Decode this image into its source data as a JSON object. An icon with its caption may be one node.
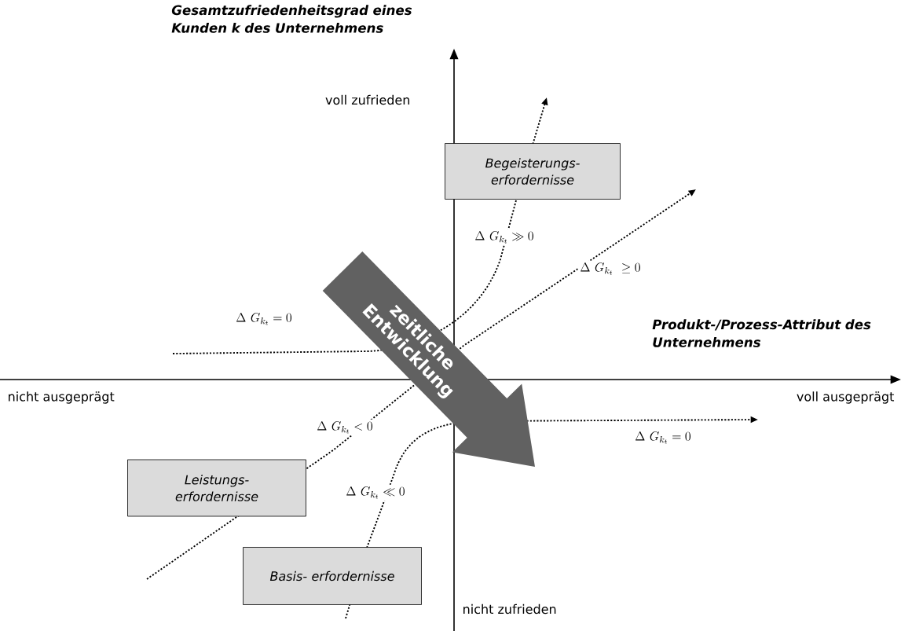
{
  "diagram": {
    "nodes": [
      {
        "text": [
          "Begeisterungs- erfordernisse"
        ]
      },
      {
        "text": [
          "Leistungs- erfordernisse"
        ]
      },
      {
        "text": [
          "Basis- erfordernisse"
        ]
      },
      {
        "text": [
          "zeitliche Entwicklung"
        ]
      }
    ],
    "labels": [
      "Gesamtzufriedenheitsgrad eines Kunden k des Unternehmens",
      "voll zufrieden",
      "\\Delta\\ G_{k_t} \\gg 0",
      "\\Delta\\ G_{k_t}\\ \\geq 0",
      "\\Delta\\ G_{k_t} = 0",
      "Produkt-/Prozess-Attribut des Unternehmens",
      "nicht ausgeprägt",
      "voll ausgeprägt",
      "\\Delta\\ G_{k_t} < 0",
      "\\Delta\\ G_{k_t} = 0",
      "\\Delta\\ G_{k_t} \\ll 0",
      "nicht zufrieden"
    ]
  }
}
